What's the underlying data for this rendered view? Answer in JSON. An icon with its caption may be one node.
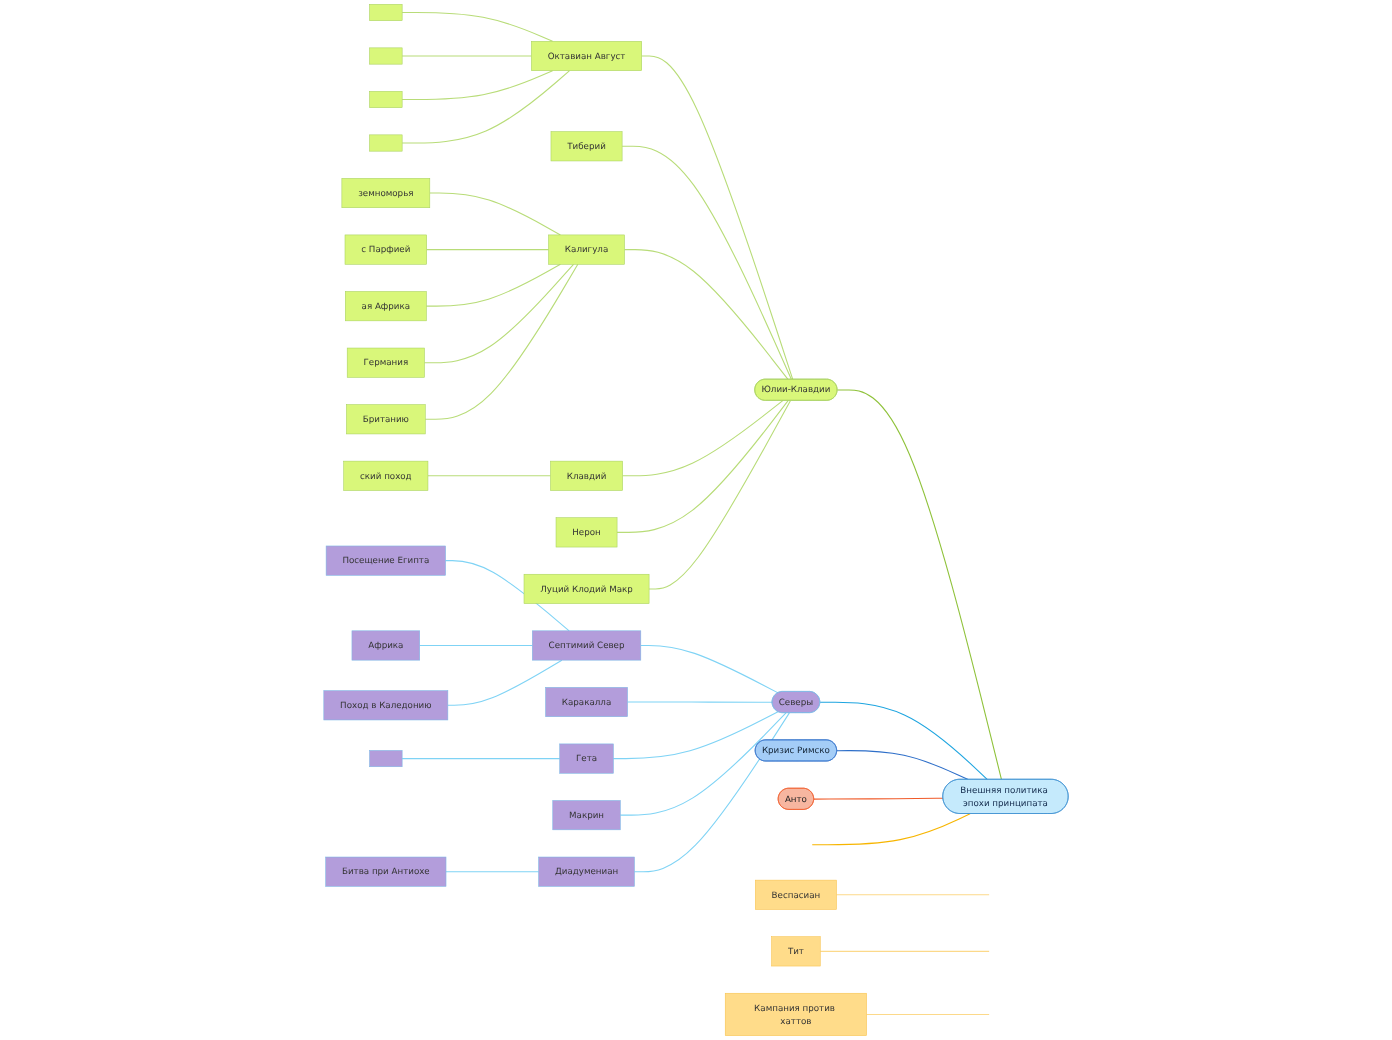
{
  "diagram": {
    "nodes": [
      {
        "text": [
          "Внешняя политика эпохи принципата"
        ]
      },
      {
        "text": [
          "Юлии-Клавдии"
        ]
      },
      {
        "text": [
          "Октавиан Август"
        ]
      },
      {
        "text": [],
        "shape": "box"
      },
      {
        "text": [],
        "shape": "box"
      },
      {
        "text": [],
        "shape": "box"
      },
      {
        "text": [],
        "shape": "box"
      },
      {
        "text": [
          "Тиберий"
        ]
      },
      {
        "text": [
          "Калигула"
        ]
      },
      {
        "text": [
          "земноморья"
        ]
      },
      {
        "text": [
          "с Парфией"
        ]
      },
      {
        "text": [
          "ая Африка"
        ]
      },
      {
        "text": [
          "Германия"
        ]
      },
      {
        "text": [
          "Британию"
        ]
      },
      {
        "text": [
          "Клавдий"
        ]
      },
      {
        "text": [
          "ский поход"
        ]
      },
      {
        "text": [
          "Нерон"
        ]
      },
      {
        "text": [
          "Луций Клодий Макр"
        ]
      },
      {
        "text": [
          "Северы"
        ]
      },
      {
        "text": [
          "Септимий Север"
        ]
      },
      {
        "text": [
          "Посещение Египта"
        ]
      },
      {
        "text": [
          "Африка"
        ]
      },
      {
        "text": [
          "Поход в Каледонию"
        ]
      },
      {
        "text": [
          "Каракалла"
        ]
      },
      {
        "text": [
          "Гета"
        ]
      },
      {
        "text": [],
        "shape": "box"
      },
      {
        "text": [
          "Макрин"
        ]
      },
      {
        "text": [
          "Диадумениан"
        ]
      },
      {
        "text": [
          "Битва при Антиохе"
        ]
      },
      {
        "text": [
          "Кризис Римско"
        ]
      },
      {
        "text": [
          "Анто"
        ]
      },
      {
        "text": [
          "Веспасиан"
        ]
      },
      {
        "text": [
          "Тит"
        ]
      },
      {
        "text": [
          "Кампания против хаттов"
        ]
      }
    ],
    "edges": [
      {
        "from": 0,
        "to": 1,
        "arrow": "none",
        "color": "#8fc23a"
      },
      {
        "from": 1,
        "to": 2,
        "arrow": "none",
        "color": "#b8dc78"
      },
      {
        "from": 2,
        "to": 3,
        "arrow": "none",
        "color": "#b8dc78"
      },
      {
        "from": 2,
        "to": 4,
        "arrow": "none",
        "color": "#b8dc78"
      },
      {
        "from": 2,
        "to": 5,
        "arrow": "none",
        "color": "#b8dc78"
      },
      {
        "from": 2,
        "to": 6,
        "arrow": "none",
        "color": "#b8dc78"
      },
      {
        "from": 1,
        "to": 7,
        "arrow": "none",
        "color": "#b8dc78"
      },
      {
        "from": 1,
        "to": 8,
        "arrow": "none",
        "color": "#b8dc78"
      },
      {
        "from": 8,
        "to": 9,
        "arrow": "none",
        "color": "#b8dc78"
      },
      {
        "from": 8,
        "to": 10,
        "arrow": "none",
        "color": "#b8dc78"
      },
      {
        "from": 8,
        "to": 11,
        "arrow": "none",
        "color": "#b8dc78"
      },
      {
        "from": 8,
        "to": 12,
        "arrow": "none",
        "color": "#b8dc78"
      },
      {
        "from": 8,
        "to": 13,
        "arrow": "none",
        "color": "#b8dc78"
      },
      {
        "from": 1,
        "to": 14,
        "arrow": "none",
        "color": "#b8dc78"
      },
      {
        "from": 14,
        "to": 15,
        "arrow": "none",
        "color": "#b8dc78"
      },
      {
        "from": 1,
        "to": 16,
        "arrow": "none",
        "color": "#b8dc78"
      },
      {
        "from": 1,
        "to": 17,
        "arrow": "none",
        "color": "#b8dc78"
      },
      {
        "from": 0,
        "to": 18,
        "arrow": "none",
        "color": "#1ea5e0"
      },
      {
        "from": 18,
        "to": 19,
        "arrow": "none",
        "color": "#7fd3f5"
      },
      {
        "from": 19,
        "to": 20,
        "arrow": "none",
        "color": "#7fd3f5"
      },
      {
        "from": 19,
        "to": 21,
        "arrow": "none",
        "color": "#7fd3f5"
      },
      {
        "from": 19,
        "to": 22,
        "arrow": "none",
        "color": "#7fd3f5"
      },
      {
        "from": 18,
        "to": 23,
        "arrow": "none",
        "color": "#7fd3f5"
      },
      {
        "from": 18,
        "to": 24,
        "arrow": "none",
        "color": "#7fd3f5"
      },
      {
        "from": 24,
        "to": 25,
        "arrow": "none",
        "color": "#7fd3f5"
      },
      {
        "from": 18,
        "to": 26,
        "arrow": "none",
        "color": "#7fd3f5"
      },
      {
        "from": 18,
        "to": 27,
        "arrow": "none",
        "color": "#7fd3f5"
      },
      {
        "from": 27,
        "to": 28,
        "arrow": "none",
        "color": "#7fd3f5"
      },
      {
        "from": 0,
        "to": 29,
        "arrow": "none",
        "color": "#2e6fc9"
      },
      {
        "from": 0,
        "to": 30,
        "arrow": "none",
        "color": "#f05a28"
      },
      {
        "from": 0,
        "to": null,
        "arrow": "none",
        "color": "#f7b500"
      },
      {
        "from": null,
        "to": 31,
        "arrow": "none",
        "color": "#fcd98a"
      },
      {
        "from": null,
        "to": 32,
        "arrow": "none",
        "color": "#fcd98a"
      },
      {
        "from": null,
        "to": 33,
        "arrow": "none",
        "color": "#fcd98a"
      }
    ]
  }
}
